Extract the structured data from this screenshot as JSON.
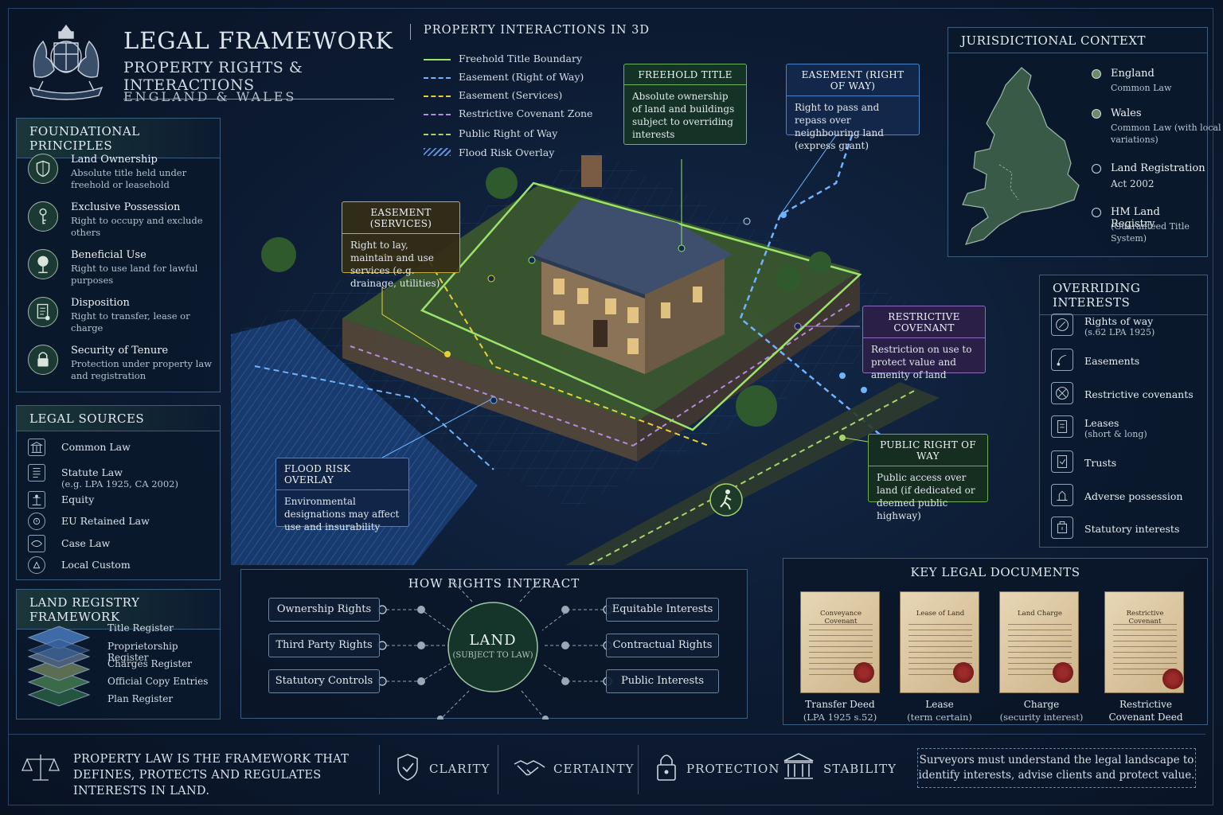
{
  "header": {
    "title": "LEGAL FRAMEWORK",
    "subtitle": "PROPERTY RIGHTS & INTERACTIONS",
    "region": "ENGLAND & WALES"
  },
  "foundational": {
    "title": "FOUNDATIONAL PRINCIPLES",
    "items": [
      {
        "name": "Land Ownership",
        "desc": "Absolute title held under freehold or leasehold",
        "icon": "shield-icon"
      },
      {
        "name": "Exclusive Possession",
        "desc": "Right to occupy and exclude others",
        "icon": "key-icon"
      },
      {
        "name": "Beneficial Use",
        "desc": "Right to use land for lawful purposes",
        "icon": "tree-icon"
      },
      {
        "name": "Disposition",
        "desc": "Right to transfer, lease or charge",
        "icon": "document-icon"
      },
      {
        "name": "Security of Tenure",
        "desc": "Protection under property law and registration",
        "icon": "lock-icon"
      }
    ]
  },
  "legal_sources": {
    "title": "LEGAL SOURCES",
    "items": [
      {
        "label": "Common Law",
        "sub": "",
        "icon": "courthouse-icon"
      },
      {
        "label": "Statute Law",
        "sub": "(e.g. LPA 1925, CA 2002)",
        "icon": "statute-document-icon"
      },
      {
        "label": "Equity",
        "sub": "",
        "icon": "equity-icon"
      },
      {
        "label": "EU Retained Law",
        "sub": "",
        "icon": "eu-icon"
      },
      {
        "label": "Case Law",
        "sub": "",
        "icon": "case-law-icon"
      },
      {
        "label": "Local Custom",
        "sub": "",
        "icon": "local-custom-icon"
      }
    ]
  },
  "land_registry": {
    "title": "LAND REGISTRY FRAMEWORK",
    "items": [
      "Title Register",
      "Proprietorship Register",
      "Charges Register",
      "Official Copy Entries",
      "Plan Register"
    ]
  },
  "legend": {
    "title": "PROPERTY INTERACTIONS IN 3D",
    "items": [
      {
        "label": "Freehold Title Boundary",
        "color": "#9be36b",
        "style": "solid"
      },
      {
        "label": "Easement (Right of Way)",
        "color": "#6fb3ff",
        "style": "dashed"
      },
      {
        "label": "Easement (Services)",
        "color": "#e8cf3a",
        "style": "dashed"
      },
      {
        "label": "Restrictive Covenant Zone",
        "color": "#b48be0",
        "style": "dashed"
      },
      {
        "label": "Public Right of Way",
        "color": "#a7d468",
        "style": "dashed"
      },
      {
        "label": "Flood Risk Overlay",
        "color": "#5f8fd6",
        "style": "hatch"
      }
    ]
  },
  "callouts": {
    "freehold": {
      "title": "FREEHOLD TITLE",
      "desc": "Absolute ownership of land and buildings subject to overriding interests"
    },
    "easement_row": {
      "title": "EASEMENT (RIGHT OF WAY)",
      "desc": "Right to pass and repass over neighbouring land (express grant)"
    },
    "easement_services": {
      "title": "EASEMENT (SERVICES)",
      "desc": "Right to lay, maintain and use services (e.g. drainage, utilities)"
    },
    "restrictive": {
      "title": "RESTRICTIVE COVENANT",
      "desc": "Restriction on use to protect value and amenity of land"
    },
    "flood": {
      "title": "FLOOD RISK OVERLAY",
      "desc": "Environmental designations may affect use and insurability"
    },
    "public_row": {
      "title": "PUBLIC RIGHT OF WAY",
      "desc": "Public access over land (if dedicated or deemed public highway)"
    }
  },
  "jurisdiction": {
    "title": "JURISDICTIONAL CONTEXT",
    "items": [
      {
        "name": "England",
        "desc": "Common Law"
      },
      {
        "name": "Wales",
        "desc": "Common Law (with local variations)"
      },
      {
        "name": "Land Registration",
        "desc": "Act 2002"
      },
      {
        "name": "HM Land Registry",
        "desc": "(Guaranteed Title System)"
      }
    ]
  },
  "overriding": {
    "title": "OVERRIDING INTERESTS",
    "items": [
      {
        "name": "Rights of way",
        "sub": "(s.62 LPA 1925)",
        "icon": "compass-icon"
      },
      {
        "name": "Easements",
        "sub": "",
        "icon": "easement-icon"
      },
      {
        "name": "Restrictive covenants",
        "sub": "",
        "icon": "restriction-icon"
      },
      {
        "name": "Leases",
        "sub": "(short & long)",
        "icon": "lease-icon"
      },
      {
        "name": "Trusts",
        "sub": "",
        "icon": "trust-icon"
      },
      {
        "name": "Adverse possession",
        "sub": "",
        "icon": "possession-icon"
      },
      {
        "name": "Statutory interests",
        "sub": "",
        "icon": "statutory-icon"
      }
    ]
  },
  "interact": {
    "title": "HOW RIGHTS INTERACT",
    "center": "LAND",
    "center_sub": "(SUBJECT TO LAW)",
    "left": [
      "Ownership Rights",
      "Third Party Rights",
      "Statutory Controls"
    ],
    "right": [
      "Equitable Interests",
      "Contractual Rights",
      "Public Interests"
    ]
  },
  "documents": {
    "title": "KEY LEGAL DOCUMENTS",
    "items": [
      {
        "label": "Transfer Deed",
        "sub": "(LPA 1925 s.52)",
        "doc_title": "Conveyance Covenant"
      },
      {
        "label": "Lease",
        "sub": "(term certain)",
        "doc_title": "Lease of Land"
      },
      {
        "label": "Charge",
        "sub": "(security interest)",
        "doc_title": "Land Charge"
      },
      {
        "label": "Restrictive",
        "sub": "Covenant Deed",
        "doc_title": "Restrictive Covenant"
      }
    ]
  },
  "footer": {
    "statement": "PROPERTY LAW IS THE FRAMEWORK THAT DEFINES, PROTECTS AND REGULATES INTERESTS IN LAND.",
    "values": [
      {
        "label": "CLARITY",
        "icon": "shield-check-icon"
      },
      {
        "label": "CERTAINTY",
        "icon": "handshake-icon"
      },
      {
        "label": "PROTECTION",
        "icon": "padlock-icon"
      },
      {
        "label": "STABILITY",
        "icon": "building-columns-icon"
      }
    ],
    "note": "Surveyors must understand the legal landscape to identify interests, advise clients and protect value."
  }
}
